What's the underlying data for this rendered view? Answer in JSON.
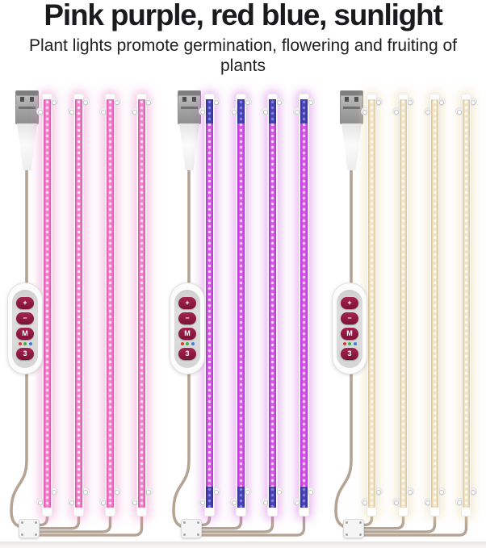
{
  "header": {
    "title": "Pink purple, red blue, sunlight",
    "subtitle": "Plant lights promote germination, flowering and fruiting of plants"
  },
  "scene": {
    "background": "#ffffff",
    "cable_color": "#b5a494",
    "floor_band_top": "#e8e4e1",
    "floor_band_bottom": "#f8f6f4",
    "strips_per_group": 4,
    "groups": [
      {
        "id": "pink-purple",
        "label": "pink purple LED strip set",
        "strip_colors": {
          "edge": "#e14fae",
          "center": "#f283c9",
          "dot": "#ffe9f7",
          "glow": "rgba(242,125,200,0.5)"
        },
        "end_cap_colors": null
      },
      {
        "id": "red-blue",
        "label": "red blue LED strip set",
        "strip_colors": {
          "edge": "#b032d2",
          "center": "#d65ae5",
          "dot": "#f5d8fb",
          "glow": "rgba(205,80,225,0.45)"
        },
        "end_cap_colors": {
          "edge": "#2d2f8e",
          "center": "#4a43b8",
          "dot": "#8b82e0"
        }
      },
      {
        "id": "sunlight",
        "label": "sunlight white LED strip set",
        "strip_colors": {
          "edge": "#d9c59d",
          "center": "#f2e5c7",
          "dot": "#fffdf4",
          "glow": "rgba(236,218,170,0.55)"
        },
        "end_cap_colors": null
      }
    ],
    "controller": {
      "body_color": "#fcfcfc",
      "panel_color": "#d8d8d8",
      "button_color": "#8e1b40",
      "buttons": [
        {
          "name": "brightness-up",
          "glyph": "+"
        },
        {
          "name": "brightness-down",
          "glyph": "−"
        },
        {
          "name": "mode",
          "glyph": "M"
        },
        {
          "name": "timer",
          "glyph": "3"
        }
      ],
      "indicator_dots": [
        "#d93a2e",
        "#3fae4c",
        "#3f7fd9"
      ]
    }
  }
}
